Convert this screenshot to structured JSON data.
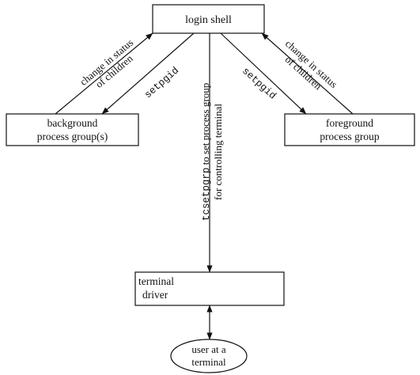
{
  "nodes": {
    "login_shell": "login shell",
    "background": [
      "background",
      "process group(s)"
    ],
    "foreground": [
      "foreground",
      "process group"
    ],
    "terminal_driver": [
      "terminal",
      "driver"
    ],
    "user": [
      "user at a",
      "terminal"
    ]
  },
  "edges": {
    "status_left": [
      "change in status",
      "of children"
    ],
    "status_right": [
      "change in status",
      "of children"
    ],
    "setpgid_left": "setpgid",
    "setpgid_right": "setpgid",
    "tcsetpgrp": {
      "line1_code": "tcsetpgrp",
      "line1_rest": " to set process group",
      "line2": "for controlling terminal"
    }
  }
}
